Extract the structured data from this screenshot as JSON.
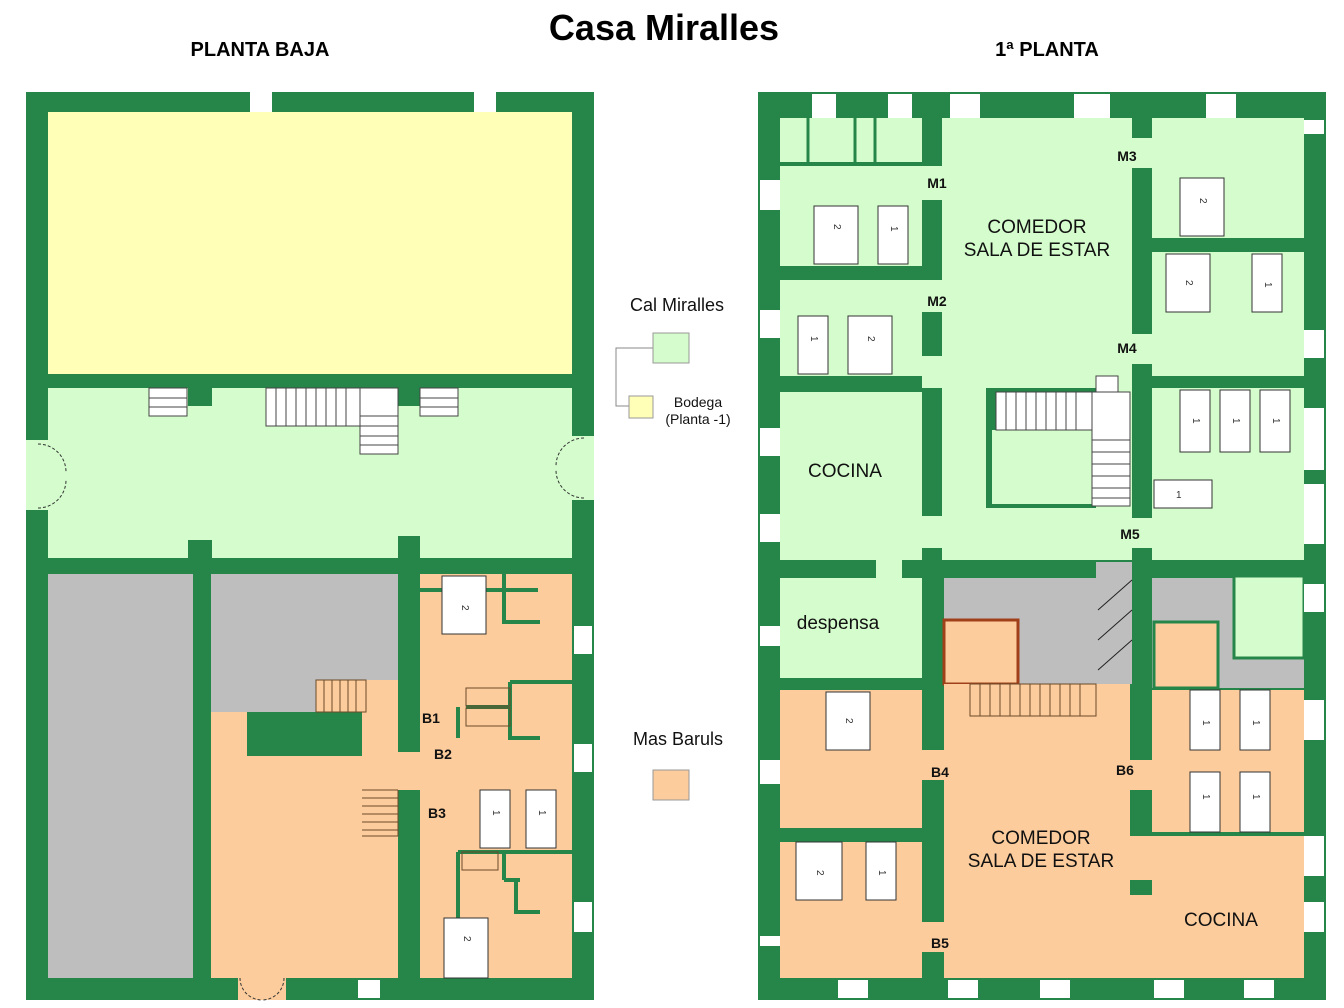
{
  "title": "Casa Miralles",
  "floors": {
    "ground": "PLANTA BAJA",
    "first": "1ª PLANTA"
  },
  "legend": {
    "cal_miralles": "Cal Miralles",
    "bodega_line1": "Bodega",
    "bodega_line2": "(Planta -1)",
    "mas_baruls": "Mas Baruls"
  },
  "rooms": {
    "comedor": "COMEDOR",
    "sala": "SALA DE ESTAR",
    "cocina": "COCINA",
    "despensa": "despensa"
  },
  "doors": {
    "M1": "M1",
    "M2": "M2",
    "M3": "M3",
    "M4": "M4",
    "M5": "M5",
    "B1": "B1",
    "B2": "B2",
    "B3": "B3",
    "B4": "B4",
    "B5": "B5",
    "B6": "B6"
  },
  "beds": {
    "single": "1",
    "double": "2"
  },
  "colors": {
    "wall": "#26864a",
    "cal_miralles": "#d4fccc",
    "bodega": "#ffffb8",
    "mas_baruls": "#fccc9c",
    "unused": "#bebebe"
  }
}
